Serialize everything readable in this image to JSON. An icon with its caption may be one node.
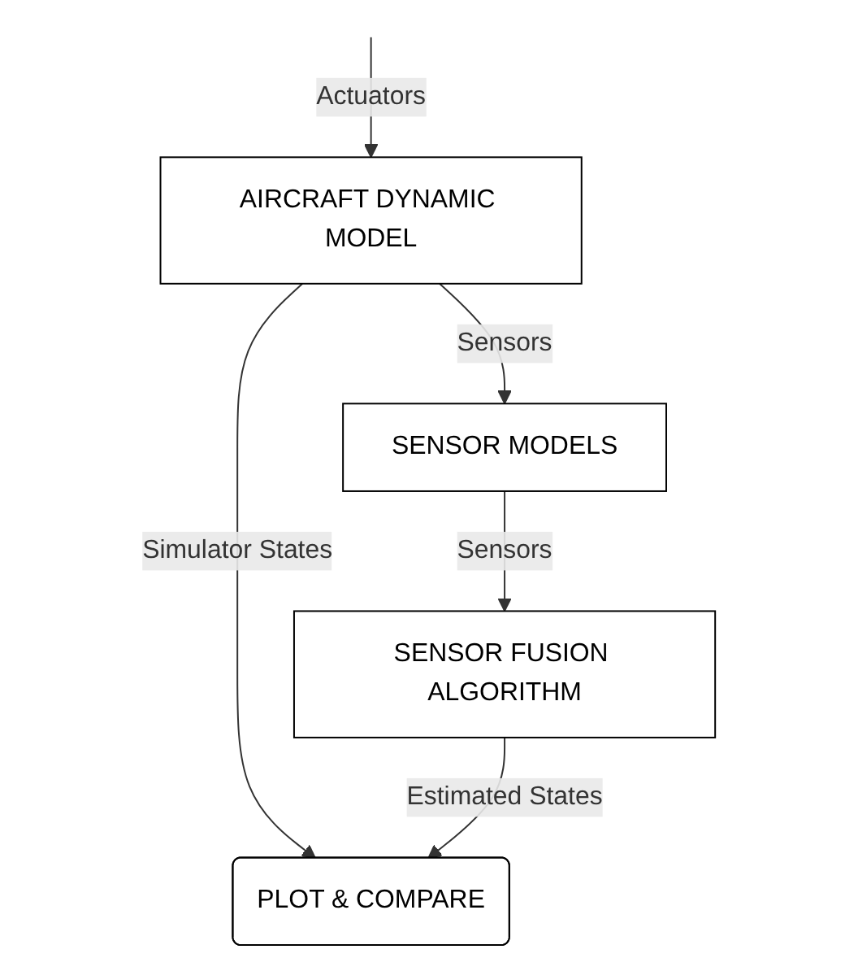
{
  "diagram": {
    "nodes": [
      {
        "text": [
          "AIRCRAFT DYNAMIC MODEL"
        ]
      },
      {
        "text": [
          "SENSOR MODELS"
        ]
      },
      {
        "text": [
          "SENSOR FUSION ALGORITHM"
        ]
      },
      {
        "text": [
          "PLOT & COMPARE"
        ]
      }
    ],
    "edges": [
      {
        "from": null,
        "to": 0,
        "arrow": "to",
        "label": "Actuators"
      },
      {
        "from": 0,
        "to": 1,
        "arrow": "to",
        "label": "Sensors"
      },
      {
        "from": 1,
        "to": 2,
        "arrow": "to",
        "label": "Sensors"
      },
      {
        "from": 0,
        "to": 3,
        "arrow": "to",
        "label": "Simulator States"
      },
      {
        "from": 2,
        "to": 3,
        "arrow": "to",
        "label": "Estimated States"
      }
    ]
  }
}
